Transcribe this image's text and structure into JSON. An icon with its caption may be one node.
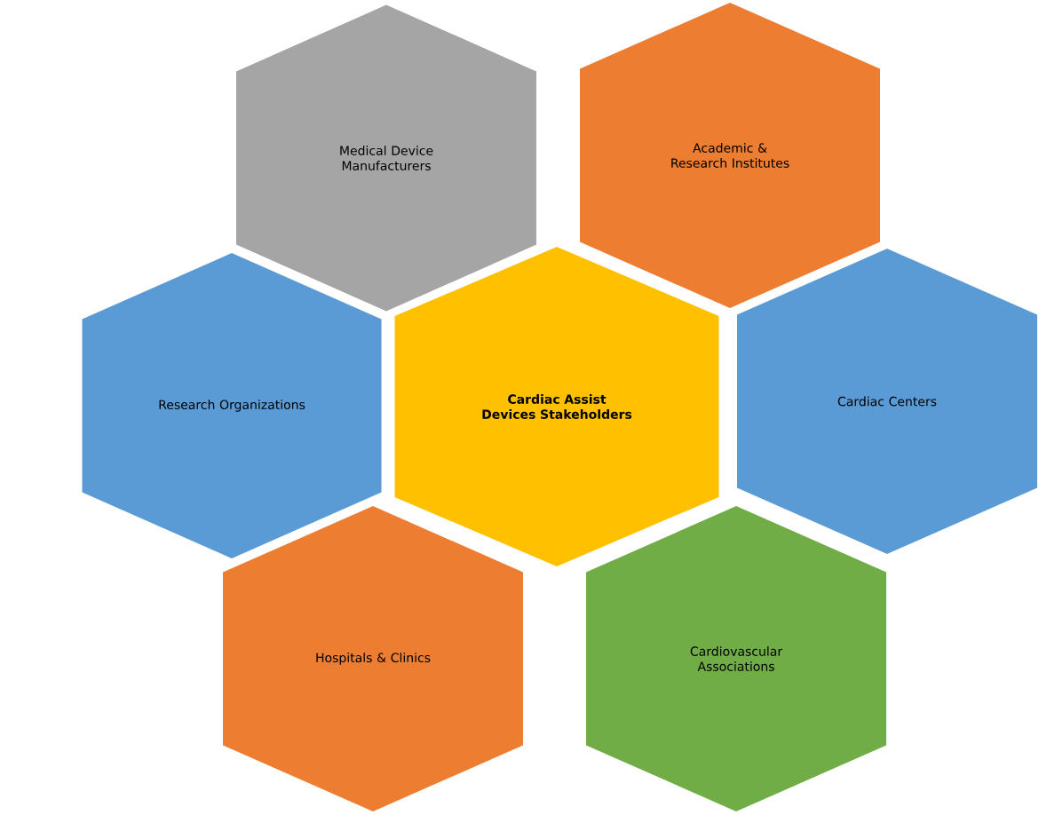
{
  "diagram": {
    "nodes": [
      {
        "text": [
          "Medical Device Manufacturers"
        ]
      },
      {
        "text": [
          "Academic & Research Institutes"
        ]
      },
      {
        "text": [
          "Research Organizations"
        ]
      },
      {
        "text": [
          "Cardiac Assist Devices Stakeholders"
        ]
      },
      {
        "text": [
          "Cardiac Centers"
        ]
      },
      {
        "text": [
          "Hospitals & Clinics"
        ]
      },
      {
        "text": [
          "Cardiovascular Associations"
        ]
      }
    ]
  }
}
